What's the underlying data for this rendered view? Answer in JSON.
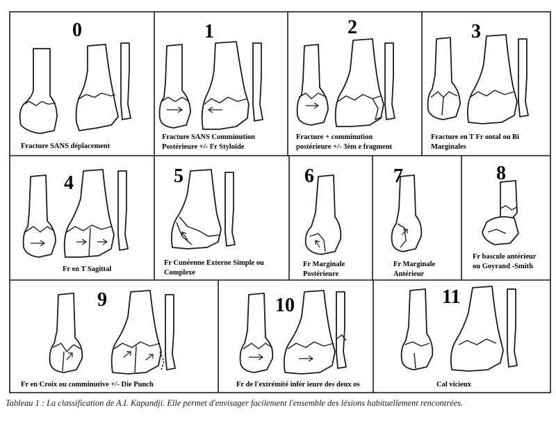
{
  "panels": [
    {
      "number": "0",
      "label": [
        "Fracture SANS déplacement"
      ]
    },
    {
      "number": "1",
      "label": [
        "Fracture SANS  Comminution",
        "Postérieure +/-  Fr  Styloïde"
      ]
    },
    {
      "number": "2",
      "label": [
        "Fracture + comminution",
        "postérieure +/- 3èm e fragment"
      ]
    },
    {
      "number": "3",
      "label": [
        "Fracture en T Fr ontal ou Bi",
        "Marginales"
      ]
    },
    {
      "number": "4",
      "label": [
        "Fr en T Sagittal"
      ]
    },
    {
      "number": "5",
      "label": [
        "Fr Cunéenne  Externe Simple ou",
        "Complexe"
      ]
    },
    {
      "number": "6",
      "label": [
        "Fr Marginale",
        "Postérieure"
      ]
    },
    {
      "number": "7",
      "label": [
        "Fr Marginale",
        "Antérieur"
      ]
    },
    {
      "number": "8",
      "label": [
        "Fr bascule antérieur",
        "ou Goyrand -Smith"
      ]
    },
    {
      "number": "9",
      "label": [
        "Fr en Croix ou comminutive +/- Die   Punch"
      ]
    },
    {
      "number": "10",
      "label": [
        "Fr de l'extrémité infér ieure des deux os"
      ]
    },
    {
      "number": "11",
      "label": [
        "Cal vicieux"
      ]
    }
  ],
  "caption": "Tableau 1 : La classification de A.I. Kapandji. Elle permet d'envisager facilement l'ensemble des lésions habituellement rencontrées."
}
